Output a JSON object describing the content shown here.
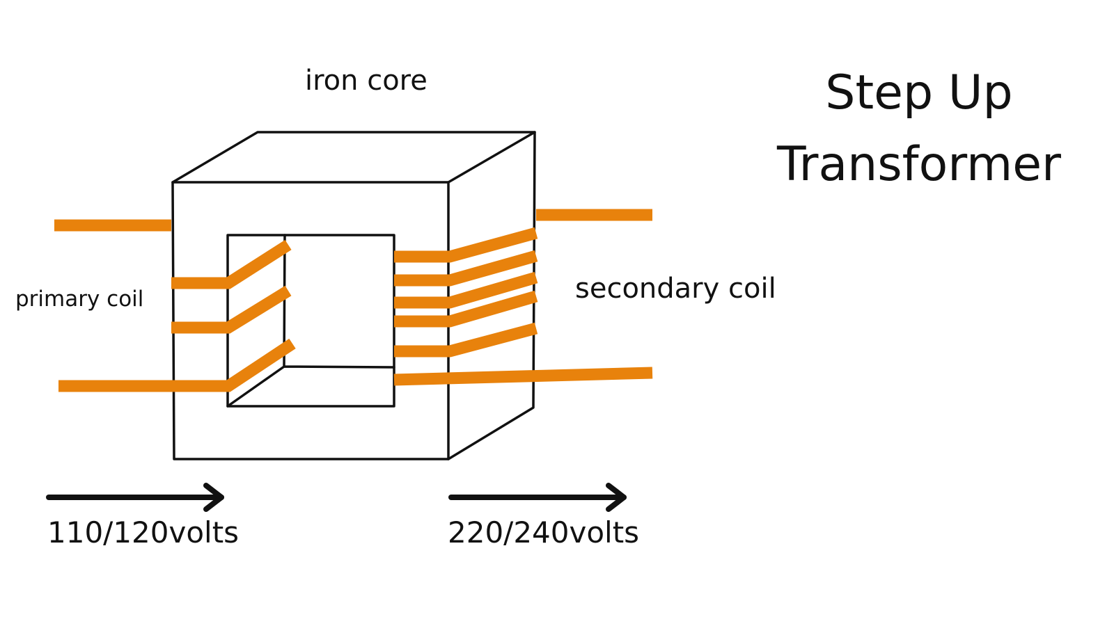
{
  "title": {
    "line1": "Step Up",
    "line2": "Transformer"
  },
  "labels": {
    "iron_core": "iron core",
    "primary_coil": "primary coil",
    "secondary_coil": "secondary coil",
    "input_voltage": "110/120volts",
    "output_voltage": "220/240volts"
  },
  "colors": {
    "coil": "#E8820C",
    "outline": "#111111",
    "background": "#ffffff"
  },
  "components": {
    "primary_coil_turns": 3,
    "secondary_coil_turns": 5
  }
}
